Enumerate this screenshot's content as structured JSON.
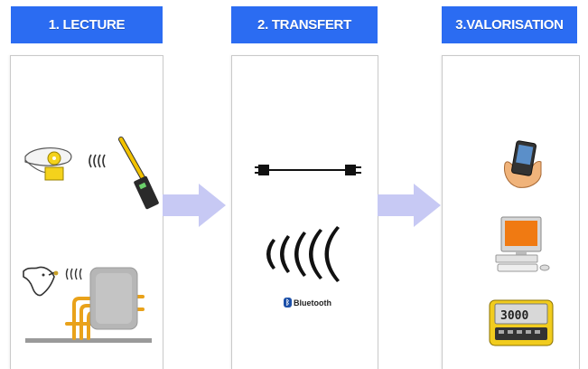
{
  "steps": [
    {
      "label": "1. LECTURE"
    },
    {
      "label": "2. TRANSFERT"
    },
    {
      "label": "3.VALORISATION"
    }
  ],
  "transfer": {
    "bluetooth_label": "Bluetooth"
  },
  "scale_display": {
    "value": "3000"
  },
  "colors": {
    "header": "#2b6cf2",
    "arrow": "#c7c9f4",
    "reader_wand": "#f2c200",
    "gate": "#e9a21a",
    "monitor_screen": "#f07a12",
    "scale_body": "#f1cc1e"
  },
  "icons": [
    "ear-tag-icon",
    "rfid-wand-icon",
    "radio-waves-icon",
    "cow-head-icon",
    "weighing-cage-icon",
    "cable-icon",
    "bluetooth-icon",
    "pda-in-hand-icon",
    "desktop-computer-icon",
    "weighing-indicator-icon"
  ]
}
